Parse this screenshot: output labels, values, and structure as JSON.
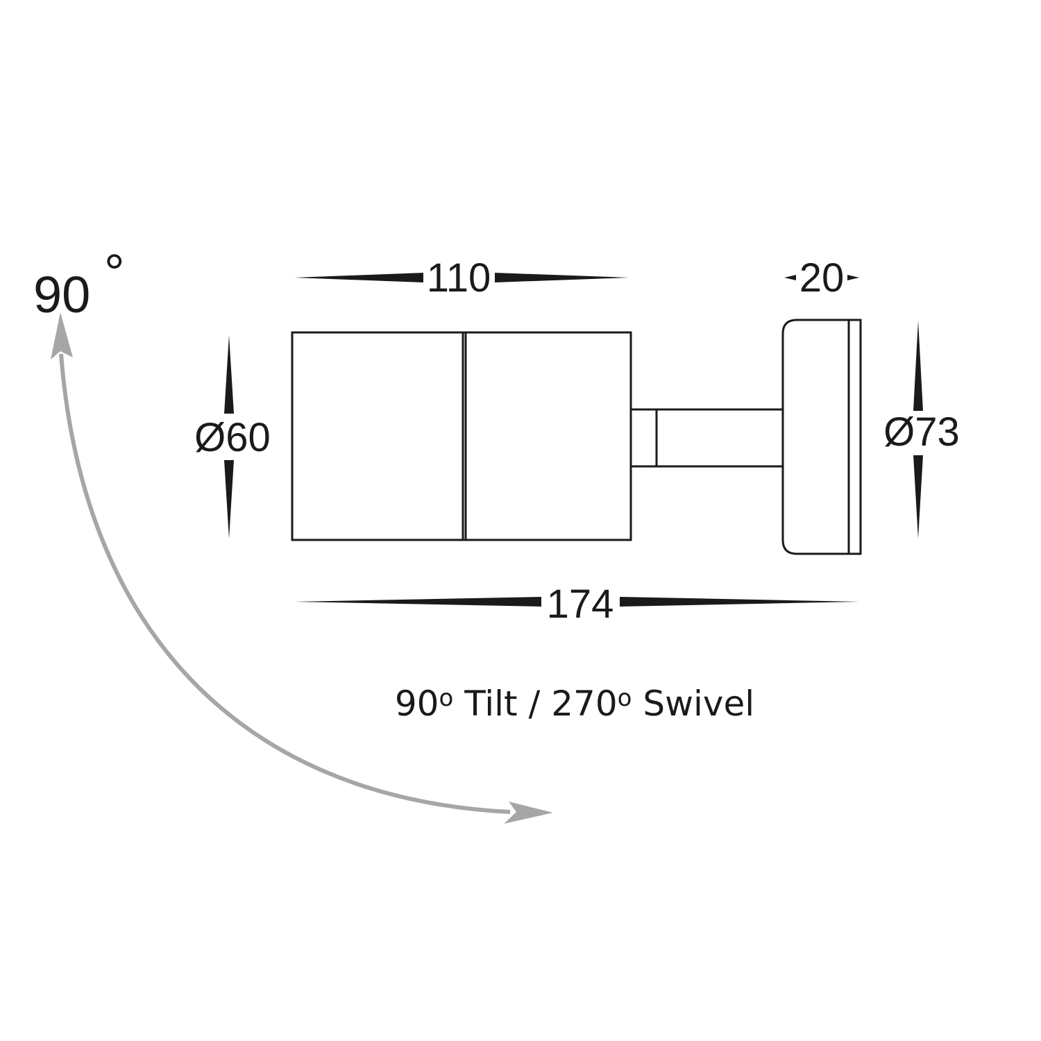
{
  "dimensions": {
    "body_length": "110",
    "body_diameter": "Ø60",
    "base_depth": "20",
    "base_diameter": "Ø73",
    "overall_length": "174"
  },
  "tilt_indicator": {
    "angle_value": "90",
    "angle_unit": "°",
    "arrow_color": "#a6a6a6"
  },
  "caption": {
    "tilt_value": "90",
    "tilt_unit": "o",
    "tilt_label": " Tilt / 270",
    "swivel_unit": "o",
    "swivel_label": " Swivel"
  },
  "colors": {
    "line": "#1a1a1a",
    "arrow": "#a6a6a6",
    "background": "#ffffff"
  }
}
